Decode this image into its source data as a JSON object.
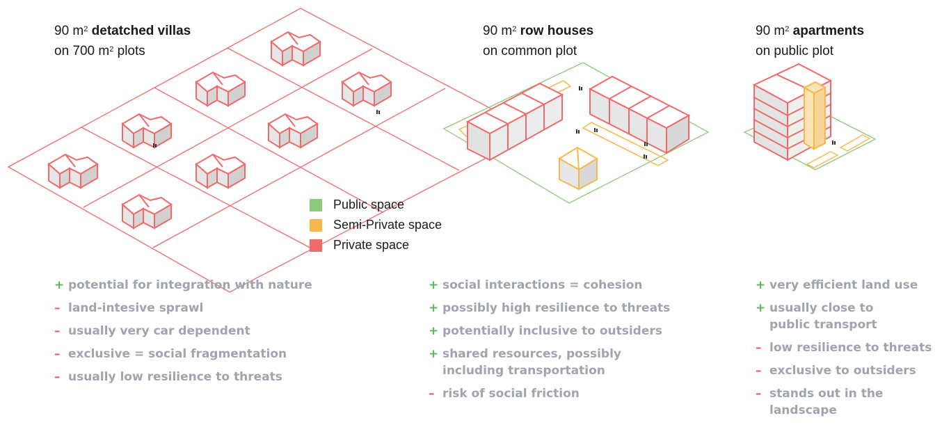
{
  "titles": {
    "villas": {
      "prefix": "90 m",
      "sup": "2",
      "bold": "detatched villas",
      "line2_a": "on 700 m",
      "line2_sup": "2",
      "line2_b": " plots"
    },
    "row": {
      "prefix": "90 m",
      "sup": "2",
      "bold": "row houses",
      "line2": "on common plot"
    },
    "apt": {
      "prefix": "90 m",
      "sup": "2",
      "bold": "apartments",
      "line2": "on public plot"
    }
  },
  "legend": [
    {
      "label": "Public space",
      "color": "#8cc97a"
    },
    {
      "label": "Semi-Private space",
      "color": "#f7b84b"
    },
    {
      "label": "Private space",
      "color": "#f06a6a"
    }
  ],
  "colors": {
    "private": "#f06a6a",
    "semi": "#f7b84b",
    "public": "#8cc97a",
    "list_text": "#9ea5ae"
  },
  "lists": {
    "villas": [
      {
        "sign": "+",
        "text": "potential for integration with nature"
      },
      {
        "sign": "–",
        "text": "land-intesive sprawl"
      },
      {
        "sign": "–",
        "text": "usually very car dependent"
      },
      {
        "sign": "–",
        "text": "exclusive = social fragmentation"
      },
      {
        "sign": "–",
        "text": "usually low resilience to threats"
      }
    ],
    "row": [
      {
        "sign": "+",
        "text": "social interactions = cohesion"
      },
      {
        "sign": "+",
        "text": "possibly high resilience to threats"
      },
      {
        "sign": "+",
        "text": "potentially inclusive to outsiders"
      },
      {
        "sign": "+",
        "text": "shared resources, possibly including transportation"
      },
      {
        "sign": "–",
        "text": "risk of social friction"
      }
    ],
    "apt": [
      {
        "sign": "+",
        "text": "very efficient land use"
      },
      {
        "sign": "+",
        "text": "usually close to public transport"
      },
      {
        "sign": "–",
        "text": "low resilience to threats"
      },
      {
        "sign": "–",
        "text": "exclusive to outsiders"
      },
      {
        "sign": "–",
        "text": "stands out in the landscape"
      }
    ]
  }
}
